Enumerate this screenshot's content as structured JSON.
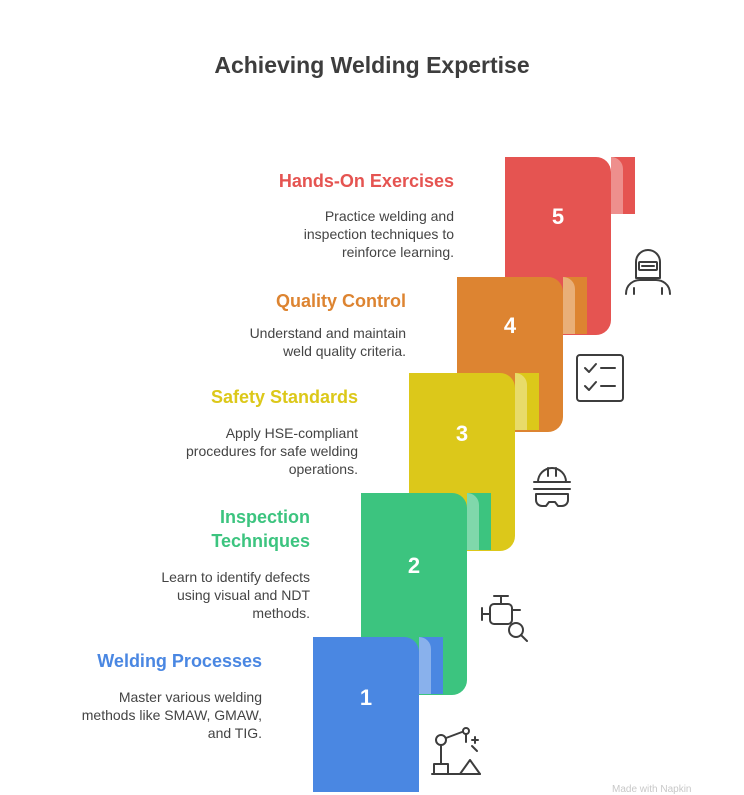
{
  "title": "Achieving Welding Expertise",
  "steps": [
    {
      "number": "5",
      "title": "Hands-On Exercises",
      "description": "Practice welding and inspection techniques to reinforce learning.",
      "color": "#e55451",
      "icon": "welder-helmet-icon"
    },
    {
      "number": "4",
      "title": "Quality Control",
      "description": "Understand and maintain weld quality criteria.",
      "color": "#dd8431",
      "icon": "checklist-icon"
    },
    {
      "number": "3",
      "title": "Safety Standards",
      "description": "Apply HSE-compliant procedures for safe welding operations.",
      "color": "#dcc81a",
      "icon": "hard-hat-goggles-icon"
    },
    {
      "number": "2",
      "title": "Inspection Techniques",
      "description": "Learn to identify defects using visual and NDT methods.",
      "color": "#3cc47f",
      "icon": "valve-inspection-icon"
    },
    {
      "number": "1",
      "title": "Welding Processes",
      "description": "Master various welding methods like SMAW, GMAW, and TIG.",
      "color": "#4a87e2",
      "icon": "robot-arm-welding-icon"
    }
  ],
  "watermark": "Made with Napkin"
}
